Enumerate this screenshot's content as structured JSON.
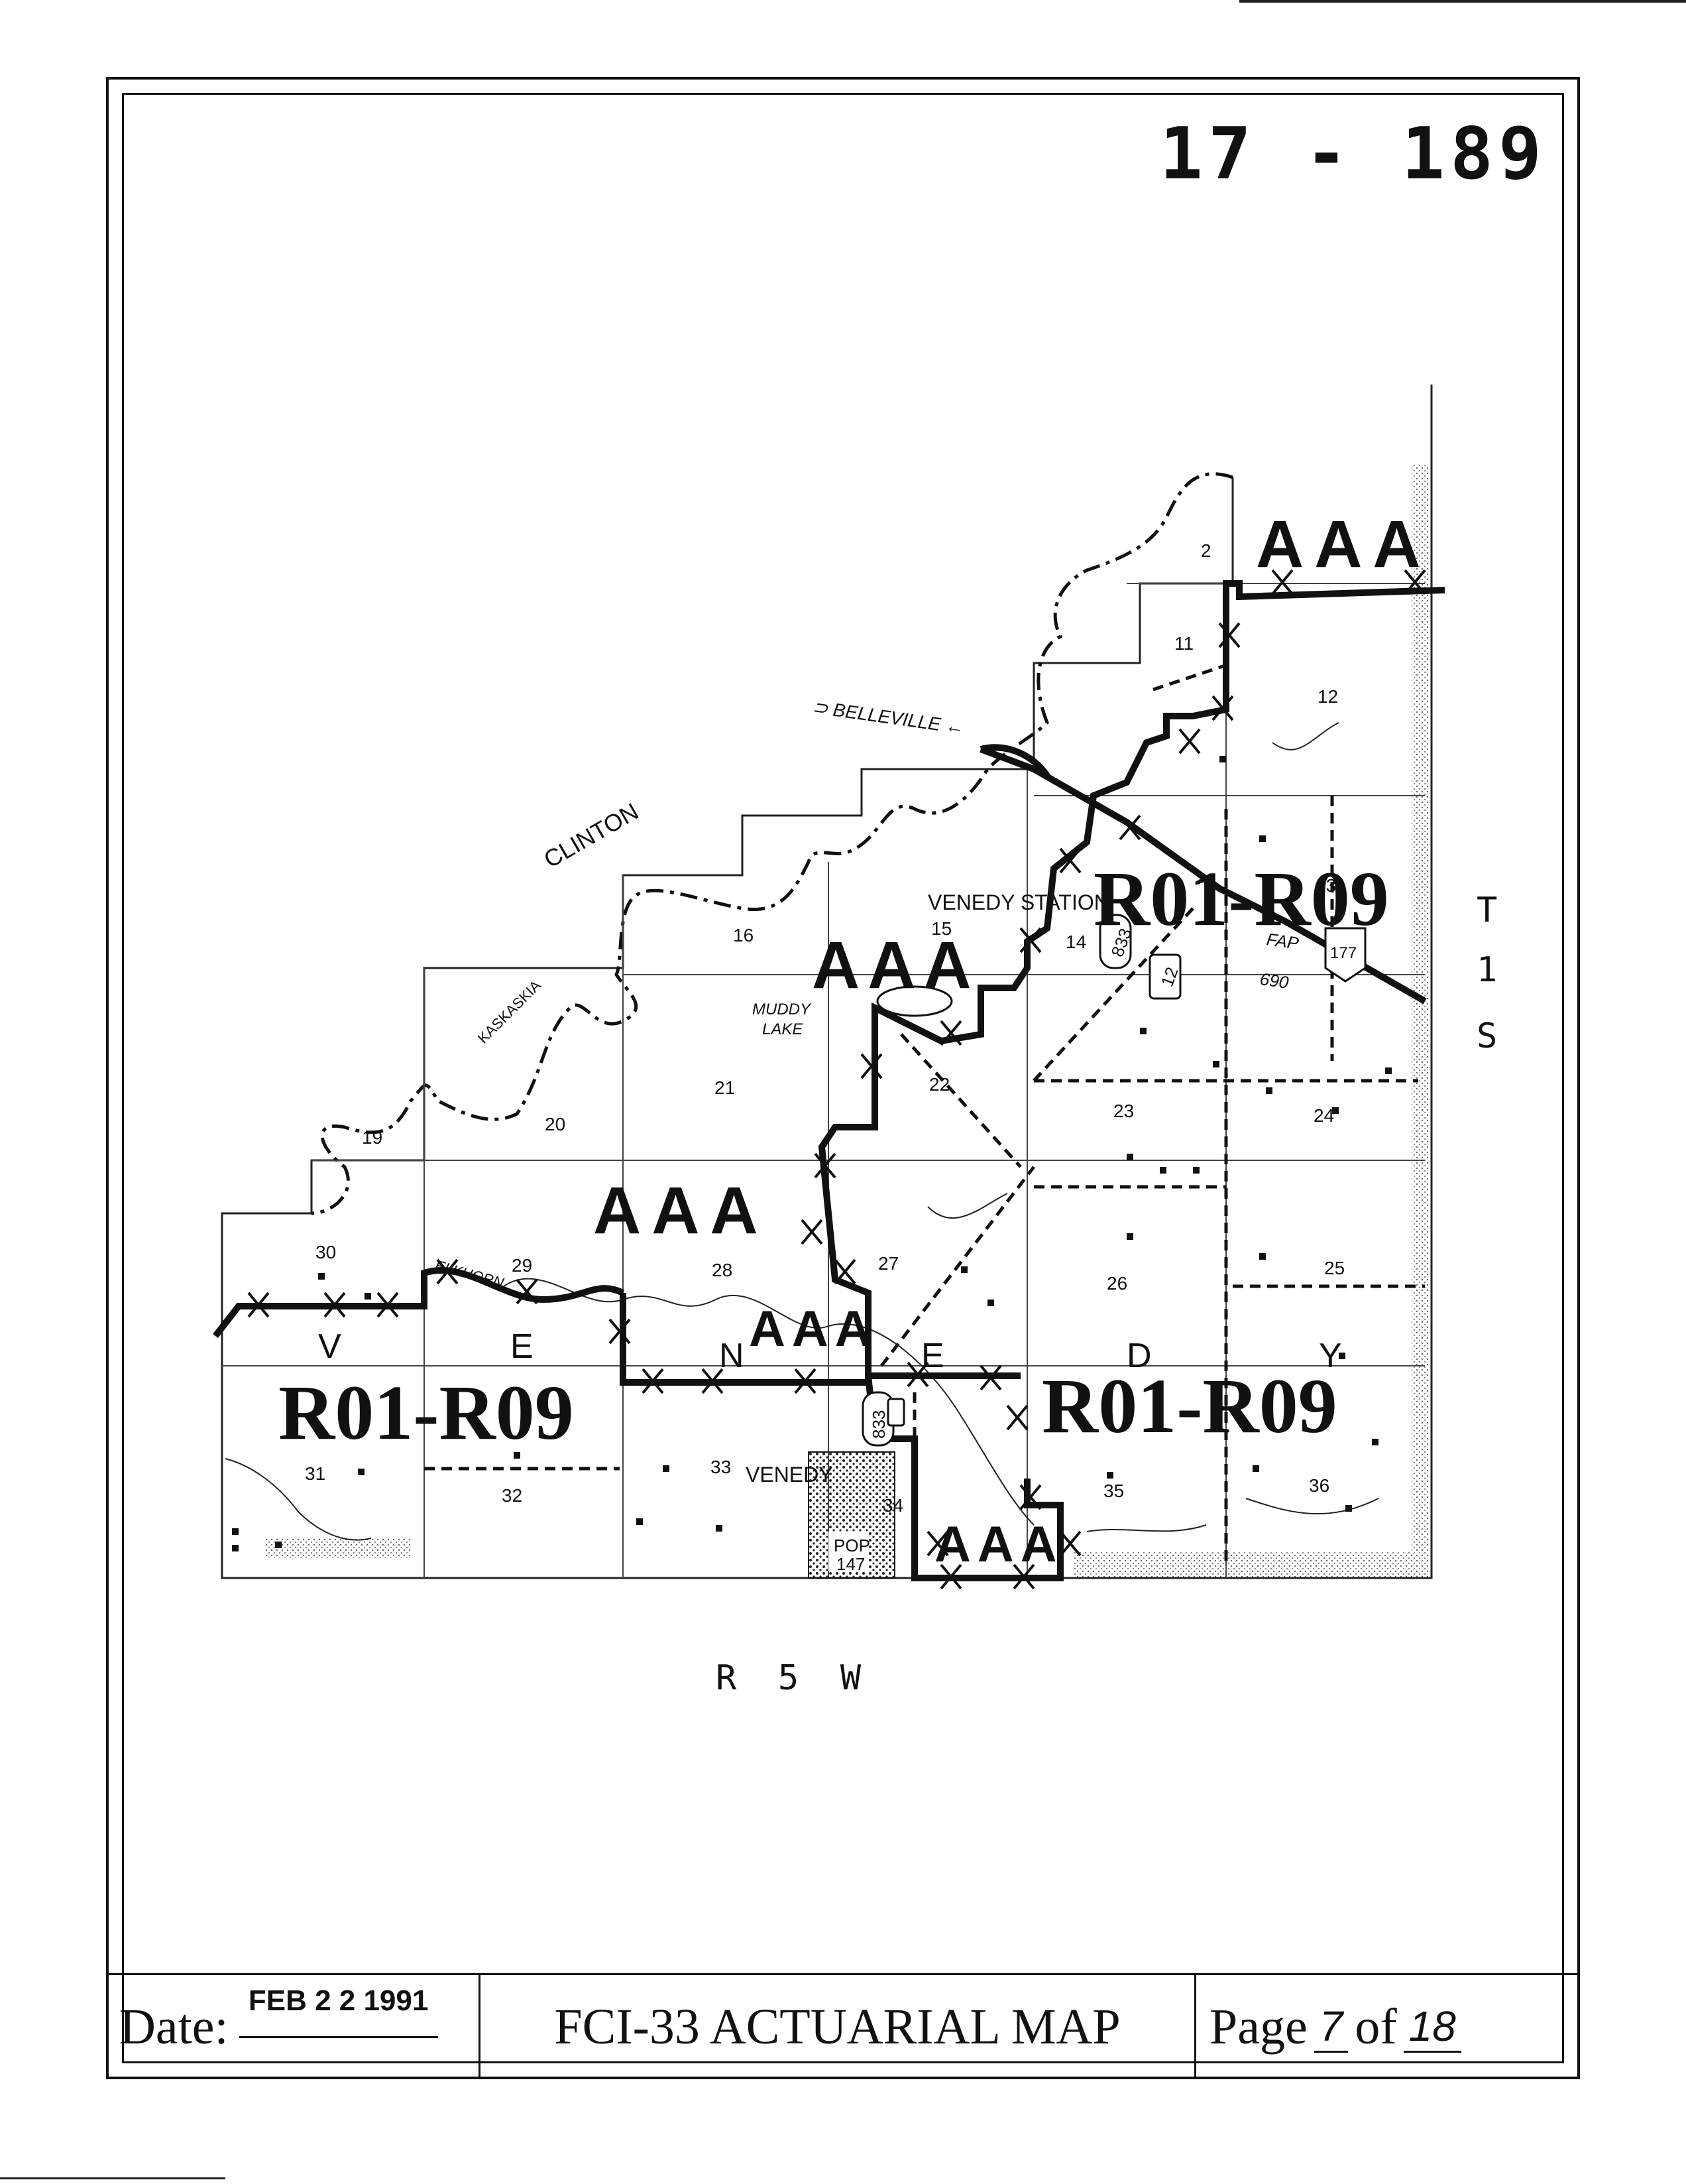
{
  "header": {
    "map_id": "17 - 189"
  },
  "map": {
    "place_labels": {
      "belleville": "⊃ BELLEVILLE ←",
      "clinton": "CLINTON",
      "kaskaskia": "KASKASKIA",
      "elkhorn": "ELKHORN",
      "muddy_lake_1": "MUDDY",
      "muddy_lake_2": "LAKE",
      "venedy_station": "VENEDY  STATION",
      "venedy": "VENEDY",
      "pop_1": "POP",
      "pop_2": "147",
      "fap_1": "FAP",
      "fap_2": "690",
      "route_833a": "833",
      "route_833b": "833",
      "route_12": "12",
      "route_177": "177"
    },
    "sections": [
      "2",
      "11",
      "12",
      "13",
      "14",
      "15",
      "16",
      "19",
      "20",
      "21",
      "22",
      "23",
      "24",
      "25",
      "26",
      "27",
      "28",
      "29",
      "30",
      "31",
      "32",
      "33",
      "34",
      "35",
      "36"
    ],
    "township_letters": [
      "V",
      "E",
      "N",
      "E",
      "D",
      "Y"
    ],
    "township_label": [
      "T",
      "1",
      "S"
    ],
    "range_label": "R  5  W",
    "zone_labels": {
      "aaa_1": "AAA",
      "aaa_2": "AAA",
      "aaa_3": "AAA",
      "aaa_4": "AAA",
      "aaa_5": "AAA",
      "r_1": "R01-R09",
      "r_2": "R01-R09",
      "r_3": "R01-R09"
    }
  },
  "footer": {
    "date_label": "Date:",
    "date_value": "FEB 2 2 1991",
    "title": "FCI-33 ACTUARIAL MAP",
    "page_label": "Page",
    "page_number": "7",
    "of_label": "of",
    "page_total": "18"
  }
}
